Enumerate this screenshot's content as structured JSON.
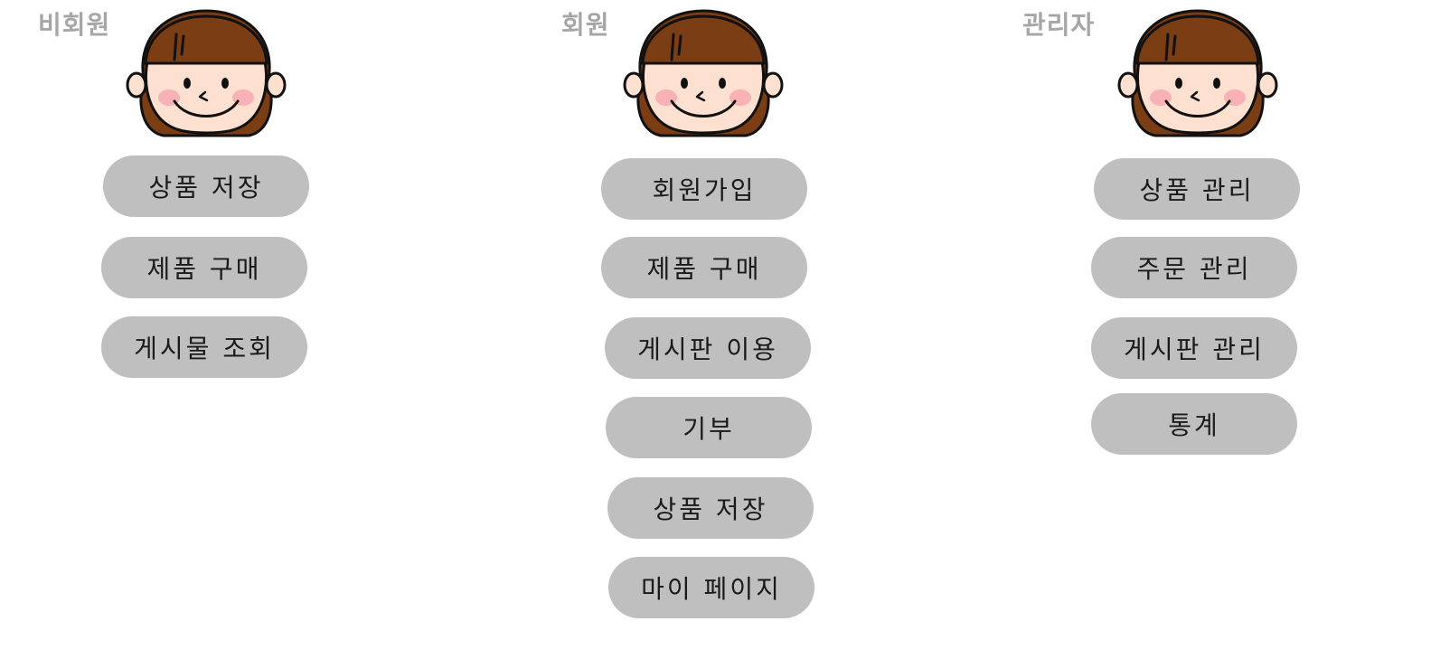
{
  "colors": {
    "title_text": "#a6a6a6",
    "button_fill": "#bfbfbf",
    "button_text": "#1a1a1a",
    "hair": "#7a3d14",
    "skin": "#fde0cf",
    "cheek": "#f7a8b0",
    "outline": "#111111"
  },
  "roles": [
    {
      "title": "비회원",
      "avatar_icon": "girl-face-icon",
      "buttons": [
        {
          "label": "상품 저장"
        },
        {
          "label": "제품 구매"
        },
        {
          "label": "게시물 조회"
        }
      ]
    },
    {
      "title": "회원",
      "avatar_icon": "girl-face-icon",
      "buttons": [
        {
          "label": "회원가입"
        },
        {
          "label": "제품 구매"
        },
        {
          "label": "게시판 이용"
        },
        {
          "label": "기부"
        },
        {
          "label": "상품 저장"
        },
        {
          "label": "마이 페이지"
        }
      ]
    },
    {
      "title": "관리자",
      "avatar_icon": "girl-face-icon",
      "buttons": [
        {
          "label": "상품 관리"
        },
        {
          "label": "주문 관리"
        },
        {
          "label": "게시판 관리"
        },
        {
          "label": "통계"
        }
      ]
    }
  ]
}
